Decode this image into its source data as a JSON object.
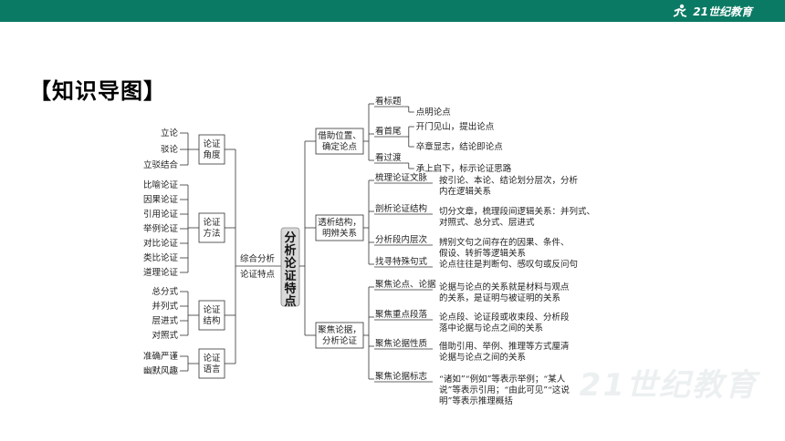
{
  "heading": "【知识导图】",
  "logo_text": "21世纪教育",
  "center": "分析论证特点",
  "left_groups": [
    {
      "label": "论证\n角度",
      "items": [
        "立论",
        "驳论",
        "立驳结合"
      ]
    },
    {
      "label": "论证\n方法",
      "items": [
        "比喻论证",
        "因果论证",
        "引用论证",
        "举例论证",
        "对比论证",
        "类比论证",
        "道理论证"
      ]
    },
    {
      "label": "论证\n结构",
      "items": [
        "总分式",
        "并列式",
        "层进式",
        "对照式"
      ]
    },
    {
      "label": "论证\n语言",
      "items": [
        "准确严谨",
        "幽默风趣"
      ]
    }
  ],
  "mid_labels": [
    "综合分析",
    "论证特点"
  ],
  "right_groups": [
    {
      "label": "借助位置、\n确定论点",
      "items": [
        {
          "key": "看标题",
          "desc": [
            "点明论点"
          ]
        },
        {
          "key": "看首尾",
          "desc": [
            "开门见山，提出论点",
            "卒章显志，结论即论点"
          ]
        },
        {
          "key": "看过渡",
          "desc": [
            "承上启下，标示论证思路"
          ]
        }
      ]
    },
    {
      "label": "透析结构，\n明辨关系",
      "items": [
        {
          "key": "梳理论证文脉",
          "desc": [
            "按引论、本论、结论划分层次，分析",
            "内在逻辑关系"
          ]
        },
        {
          "key": "剖析论证结构",
          "desc": [
            "切分文章，梳理段间逻辑关系：并列式、",
            "对照式、总分式、层进式"
          ]
        },
        {
          "key": "分析段内层次",
          "desc": [
            "辨别文句之间存在的因果、条件、",
            "假设、转折等逻辑关系"
          ]
        },
        {
          "key": "找寻特殊句式",
          "desc": [
            "论点往往是判断句、感叹句或反问句"
          ]
        }
      ]
    },
    {
      "label": "聚焦论据，\n分析论证",
      "items": [
        {
          "key": "聚焦论点、论据",
          "desc": [
            "论据与论点的关系就是材料与观点",
            "的关系，是证明与被证明的关系"
          ]
        },
        {
          "key": "聚焦重点段落",
          "desc": [
            "论点段、论证段或收束段、分析段",
            "落中论据与论点之间的关系"
          ]
        },
        {
          "key": "聚焦论据性质",
          "desc": [
            "借助引用、举例、推理等方式厘清",
            "论据与论点之间的关系"
          ]
        },
        {
          "key": "聚焦论据标志",
          "desc": [
            "“诸如”“例如”等表示举例；“某人",
            "说”等表示引用；“由此可见”“这说",
            "明”等表示推理概括"
          ]
        }
      ]
    }
  ],
  "colors": {
    "topbar": "#0b7a64",
    "line": "#333333"
  }
}
